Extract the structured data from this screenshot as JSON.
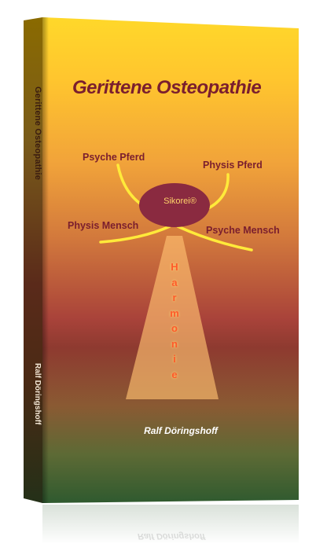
{
  "book": {
    "title": "Gerittene Osteopathie",
    "spine_title": "Gerittene Osteopathie",
    "author": "Ralf Döringshoff",
    "spine_author": "Ralf Döringshoff",
    "reflection_author": "Ralf Döringshoff"
  },
  "diagram": {
    "center": "Sikorei®",
    "top_left": "Psyche Pferd",
    "top_right": "Physis Pferd",
    "bottom_left": "Physis Mensch",
    "bottom_right": "Psyche Mensch",
    "beam_text": "Harmonie"
  },
  "colors": {
    "title": "#7a1e2e",
    "arc": "#ffea3a",
    "ellipse": "#8a2a40",
    "beam": "#ffc070",
    "harmonie": "#ff5a2a"
  }
}
